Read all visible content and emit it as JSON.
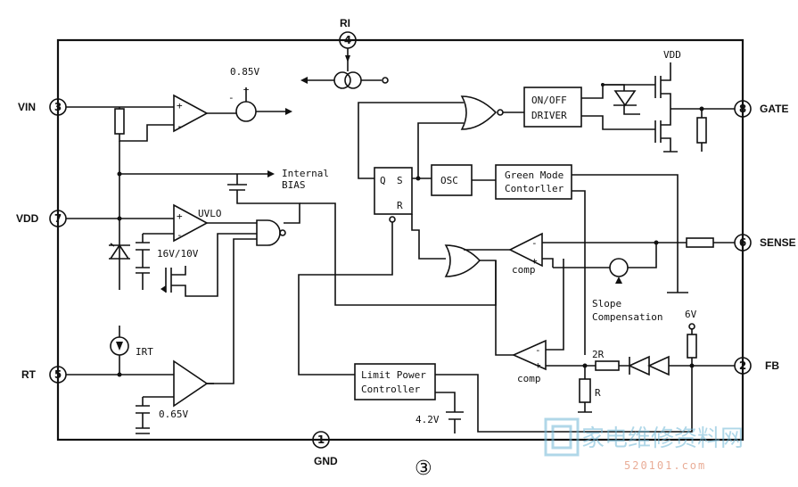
{
  "pins": {
    "vin": {
      "num": "3",
      "name": "VIN"
    },
    "vdd": {
      "num": "7",
      "name": "VDD"
    },
    "rt": {
      "num": "5",
      "name": "RT"
    },
    "ri": {
      "num": "4",
      "name": "RI"
    },
    "gate": {
      "num": "8",
      "name": "GATE"
    },
    "sense": {
      "num": "6",
      "name": "SENSE"
    },
    "fb": {
      "num": "2",
      "name": "FB"
    },
    "gnd": {
      "num": "1",
      "name": "GND"
    }
  },
  "labels": {
    "v085": "0.85V",
    "internal": "Internal",
    "bias": "BIAS",
    "uvlo": "UVLO",
    "zener": "16V/10V",
    "irt": "IRT",
    "v065": "0.65V",
    "vdd_top": "VDD",
    "driver_line1": "ON/OFF",
    "driver_line2": "DRIVER",
    "latch_q": "Q",
    "latch_s": "S",
    "latch_r": "R",
    "osc": "OSC",
    "green_line1": "Green Mode",
    "green_line2": "Contorller",
    "comp1": "comp",
    "comp2": "comp",
    "slope_line1": "Slope",
    "slope_line2": "Compensation",
    "limit_line1": "Limit Power",
    "limit_line2": "Controller",
    "v42": "4.2V",
    "r2r": "2R",
    "r": "R",
    "v6": "6V",
    "fig": "③"
  },
  "watermark": {
    "text": "家电维修资料网",
    "url": "520101.com"
  }
}
